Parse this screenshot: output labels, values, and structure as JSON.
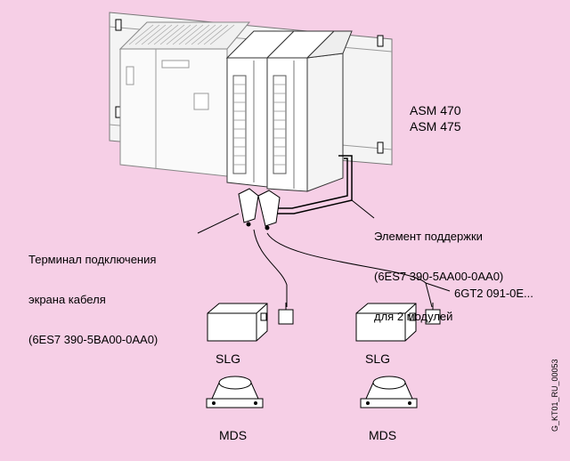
{
  "labels": {
    "asm_470": "ASM 470",
    "asm_475": "ASM 475",
    "support_element": [
      "Элемент поддержки",
      "(6ES7 390-5AA00-0AA0)",
      "для 2 модулей"
    ],
    "shield_terminal": [
      "Терминал подключения",
      "экрана кабеля",
      "(6ES7 390-5BA00-0AA0)"
    ],
    "cable": "6GT2 091-0E...",
    "slg_left": "SLG",
    "slg_right": "SLG",
    "mds_left": "MDS",
    "mds_right": "MDS",
    "figure_id": "G_KT01_RU_00053"
  },
  "colors": {
    "background": "#f6cfe6",
    "line": "#000000",
    "fill": "#ffffff",
    "device_shade": "#e8e8e8"
  }
}
